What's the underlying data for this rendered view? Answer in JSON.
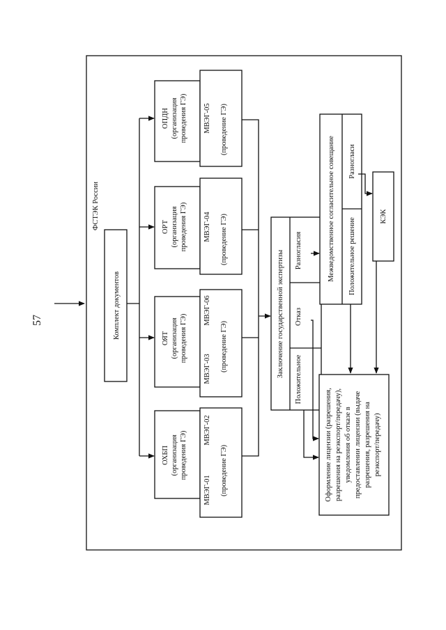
{
  "page_number": "57",
  "outer_title": "ФСТЭК России",
  "documents": "Комплект документов",
  "organizers": [
    {
      "name": "ОХБП",
      "line1": "(организация",
      "line2": "проведения ГЭ)"
    },
    {
      "name": "ОЯТ",
      "line1": "(организация",
      "line2": "проведения ГЭ)"
    },
    {
      "name": "ОРТ",
      "line1": "(организация",
      "line2": "проведения ГЭ)"
    },
    {
      "name": "ОПДН",
      "line1": "(организация",
      "line2": "проведения ГЭ)"
    }
  ],
  "experts": [
    {
      "left": "МВЭГ-01",
      "right": "МВЭГ-02",
      "caption": "(проведение ГЭ)"
    },
    {
      "left": "МВЭГ-03",
      "right": "МВЭГ-06",
      "caption": "(проведение ГЭ)"
    },
    {
      "left": "",
      "right": "МВЭГ-04",
      "caption": "(проведение ГЭ)"
    },
    {
      "left": "",
      "right": "МВЭГ-05",
      "caption": "(проведение ГЭ)"
    }
  ],
  "conclusion": {
    "title": "Заключение государственной экспертизы",
    "positive": "Положительное",
    "refusal": "Отказ",
    "disagreement": "Разногласия"
  },
  "meeting": {
    "title": "Межведомственное согласительное совещание",
    "positive": "Положительное решение",
    "disagreement": "Разногласи"
  },
  "kek": "КЭК",
  "result": {
    "lines": [
      "Оформление лицензии (разрешения,",
      "разрешения на реэкспорт/передачу),",
      "уведомления об отказе в",
      "предоставлении лицензии (выдаче",
      "разрешения, разрешения на",
      "реэкспорт/передачу)"
    ]
  }
}
